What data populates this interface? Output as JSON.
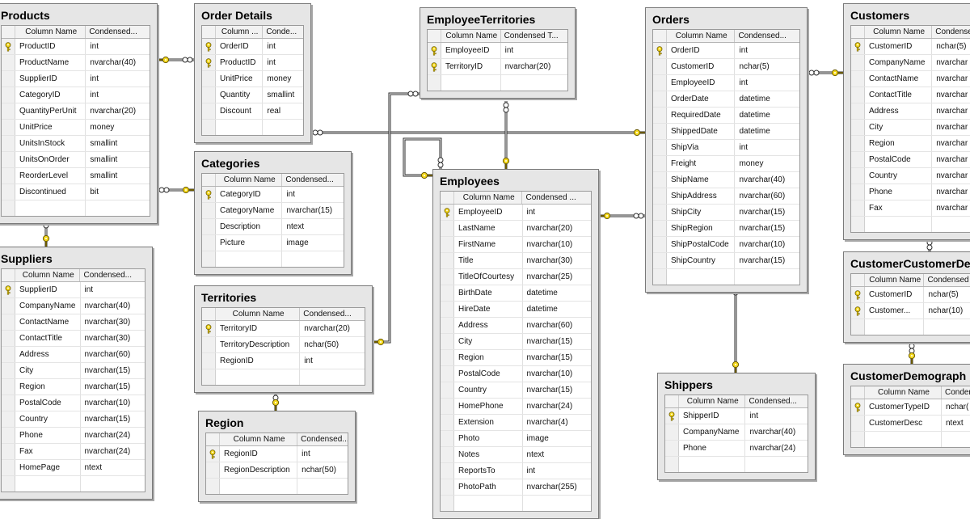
{
  "header_labels": {
    "column_name": "Column Name"
  },
  "tables": [
    {
      "id": "products",
      "name": "Products",
      "headers": [
        "Column Name",
        "Condensed..."
      ],
      "columns": [
        {
          "name": "ProductID",
          "type": "int",
          "pk": true
        },
        {
          "name": "ProductName",
          "type": "nvarchar(40)"
        },
        {
          "name": "SupplierID",
          "type": "int"
        },
        {
          "name": "CategoryID",
          "type": "int"
        },
        {
          "name": "QuantityPerUnit",
          "type": "nvarchar(20)"
        },
        {
          "name": "UnitPrice",
          "type": "money"
        },
        {
          "name": "UnitsInStock",
          "type": "smallint"
        },
        {
          "name": "UnitsOnOrder",
          "type": "smallint"
        },
        {
          "name": "ReorderLevel",
          "type": "smallint"
        },
        {
          "name": "Discontinued",
          "type": "bit"
        }
      ]
    },
    {
      "id": "order-details",
      "name": "Order Details",
      "headers": [
        "Column ...",
        "Conde..."
      ],
      "columns": [
        {
          "name": "OrderID",
          "type": "int",
          "pk": true
        },
        {
          "name": "ProductID",
          "type": "int",
          "pk": true
        },
        {
          "name": "UnitPrice",
          "type": "money"
        },
        {
          "name": "Quantity",
          "type": "smallint"
        },
        {
          "name": "Discount",
          "type": "real"
        }
      ]
    },
    {
      "id": "employee-territories",
      "name": "EmployeeTerritories",
      "headers": [
        "Column Name",
        "Condensed T..."
      ],
      "columns": [
        {
          "name": "EmployeeID",
          "type": "int",
          "pk": true
        },
        {
          "name": "TerritoryID",
          "type": "nvarchar(20)",
          "pk": true
        }
      ]
    },
    {
      "id": "orders",
      "name": "Orders",
      "headers": [
        "Column Name",
        "Condensed..."
      ],
      "columns": [
        {
          "name": "OrderID",
          "type": "int",
          "pk": true
        },
        {
          "name": "CustomerID",
          "type": "nchar(5)"
        },
        {
          "name": "EmployeeID",
          "type": "int"
        },
        {
          "name": "OrderDate",
          "type": "datetime"
        },
        {
          "name": "RequiredDate",
          "type": "datetime"
        },
        {
          "name": "ShippedDate",
          "type": "datetime"
        },
        {
          "name": "ShipVia",
          "type": "int"
        },
        {
          "name": "Freight",
          "type": "money"
        },
        {
          "name": "ShipName",
          "type": "nvarchar(40)"
        },
        {
          "name": "ShipAddress",
          "type": "nvarchar(60)"
        },
        {
          "name": "ShipCity",
          "type": "nvarchar(15)"
        },
        {
          "name": "ShipRegion",
          "type": "nvarchar(15)"
        },
        {
          "name": "ShipPostalCode",
          "type": "nvarchar(10)"
        },
        {
          "name": "ShipCountry",
          "type": "nvarchar(15)"
        }
      ]
    },
    {
      "id": "customers",
      "name": "Customers",
      "headers": [
        "Column Name",
        "Condense"
      ],
      "columns": [
        {
          "name": "CustomerID",
          "type": "nchar(5)",
          "pk": true
        },
        {
          "name": "CompanyName",
          "type": "nvarchar"
        },
        {
          "name": "ContactName",
          "type": "nvarchar"
        },
        {
          "name": "ContactTitle",
          "type": "nvarchar"
        },
        {
          "name": "Address",
          "type": "nvarchar"
        },
        {
          "name": "City",
          "type": "nvarchar"
        },
        {
          "name": "Region",
          "type": "nvarchar"
        },
        {
          "name": "PostalCode",
          "type": "nvarchar"
        },
        {
          "name": "Country",
          "type": "nvarchar"
        },
        {
          "name": "Phone",
          "type": "nvarchar"
        },
        {
          "name": "Fax",
          "type": "nvarchar"
        }
      ]
    },
    {
      "id": "categories",
      "name": "Categories",
      "headers": [
        "Column Name",
        "Condensed..."
      ],
      "columns": [
        {
          "name": "CategoryID",
          "type": "int",
          "pk": true
        },
        {
          "name": "CategoryName",
          "type": "nvarchar(15)"
        },
        {
          "name": "Description",
          "type": "ntext"
        },
        {
          "name": "Picture",
          "type": "image"
        }
      ]
    },
    {
      "id": "employees",
      "name": "Employees",
      "headers": [
        "Column Name",
        "Condensed ..."
      ],
      "columns": [
        {
          "name": "EmployeeID",
          "type": "int",
          "pk": true
        },
        {
          "name": "LastName",
          "type": "nvarchar(20)"
        },
        {
          "name": "FirstName",
          "type": "nvarchar(10)"
        },
        {
          "name": "Title",
          "type": "nvarchar(30)"
        },
        {
          "name": "TitleOfCourtesy",
          "type": "nvarchar(25)"
        },
        {
          "name": "BirthDate",
          "type": "datetime"
        },
        {
          "name": "HireDate",
          "type": "datetime"
        },
        {
          "name": "Address",
          "type": "nvarchar(60)"
        },
        {
          "name": "City",
          "type": "nvarchar(15)"
        },
        {
          "name": "Region",
          "type": "nvarchar(15)"
        },
        {
          "name": "PostalCode",
          "type": "nvarchar(10)"
        },
        {
          "name": "Country",
          "type": "nvarchar(15)"
        },
        {
          "name": "HomePhone",
          "type": "nvarchar(24)"
        },
        {
          "name": "Extension",
          "type": "nvarchar(4)"
        },
        {
          "name": "Photo",
          "type": "image"
        },
        {
          "name": "Notes",
          "type": "ntext"
        },
        {
          "name": "ReportsTo",
          "type": "int"
        },
        {
          "name": "PhotoPath",
          "type": "nvarchar(255)"
        }
      ]
    },
    {
      "id": "suppliers",
      "name": "Suppliers",
      "headers": [
        "Column Name",
        "Condensed..."
      ],
      "columns": [
        {
          "name": "SupplierID",
          "type": "int",
          "pk": true
        },
        {
          "name": "CompanyName",
          "type": "nvarchar(40)"
        },
        {
          "name": "ContactName",
          "type": "nvarchar(30)"
        },
        {
          "name": "ContactTitle",
          "type": "nvarchar(30)"
        },
        {
          "name": "Address",
          "type": "nvarchar(60)"
        },
        {
          "name": "City",
          "type": "nvarchar(15)"
        },
        {
          "name": "Region",
          "type": "nvarchar(15)"
        },
        {
          "name": "PostalCode",
          "type": "nvarchar(10)"
        },
        {
          "name": "Country",
          "type": "nvarchar(15)"
        },
        {
          "name": "Phone",
          "type": "nvarchar(24)"
        },
        {
          "name": "Fax",
          "type": "nvarchar(24)"
        },
        {
          "name": "HomePage",
          "type": "ntext"
        }
      ]
    },
    {
      "id": "territories",
      "name": "Territories",
      "headers": [
        "Column Name",
        "Condensed..."
      ],
      "columns": [
        {
          "name": "TerritoryID",
          "type": "nvarchar(20)",
          "pk": true
        },
        {
          "name": "TerritoryDescription",
          "type": "nchar(50)"
        },
        {
          "name": "RegionID",
          "type": "int"
        }
      ]
    },
    {
      "id": "region",
      "name": "Region",
      "headers": [
        "Column Name",
        "Condensed..."
      ],
      "columns": [
        {
          "name": "RegionID",
          "type": "int",
          "pk": true
        },
        {
          "name": "RegionDescription",
          "type": "nchar(50)"
        }
      ]
    },
    {
      "id": "shippers",
      "name": "Shippers",
      "headers": [
        "Column Name",
        "Condensed..."
      ],
      "columns": [
        {
          "name": "ShipperID",
          "type": "int",
          "pk": true
        },
        {
          "name": "CompanyName",
          "type": "nvarchar(40)"
        },
        {
          "name": "Phone",
          "type": "nvarchar(24)"
        }
      ]
    },
    {
      "id": "customer-customer-demo",
      "name": "CustomerCustomerDe",
      "headers": [
        "Column Name",
        "Condensed"
      ],
      "columns": [
        {
          "name": "CustomerID",
          "type": "nchar(5)",
          "pk": true
        },
        {
          "name": "Customer...",
          "type": "nchar(10)",
          "pk": true
        }
      ]
    },
    {
      "id": "customer-demographics",
      "name": "CustomerDemograph",
      "headers": [
        "Column Name",
        "Conden"
      ],
      "columns": [
        {
          "name": "CustomerTypeID",
          "type": "nchar(",
          "pk": true
        },
        {
          "name": "CustomerDesc",
          "type": "ntext"
        }
      ]
    }
  ],
  "relationships": [
    {
      "from": "Order Details",
      "to": "Products"
    },
    {
      "from": "Order Details",
      "to": "Orders"
    },
    {
      "from": "Products",
      "to": "Categories"
    },
    {
      "from": "Products",
      "to": "Suppliers"
    },
    {
      "from": "EmployeeTerritories",
      "to": "Territories"
    },
    {
      "from": "EmployeeTerritories",
      "to": "Employees"
    },
    {
      "from": "Employees",
      "to": "Employees"
    },
    {
      "from": "Orders",
      "to": "Employees"
    },
    {
      "from": "Orders",
      "to": "Customers"
    },
    {
      "from": "Orders",
      "to": "Shippers"
    },
    {
      "from": "Territories",
      "to": "Region"
    },
    {
      "from": "CustomerCustomerDemo",
      "to": "Customers"
    },
    {
      "from": "CustomerCustomerDemo",
      "to": "CustomerDemographics"
    }
  ],
  "colors": {
    "panel_bg": "#e6e6e6",
    "key": "#f4d81c",
    "key_outline": "#6b5a00",
    "line": "#2b2b2b"
  },
  "icons": {
    "primary_key": "key-icon",
    "relationship_one_end": "key-icon",
    "relationship_many_end": "infinity-icon"
  }
}
